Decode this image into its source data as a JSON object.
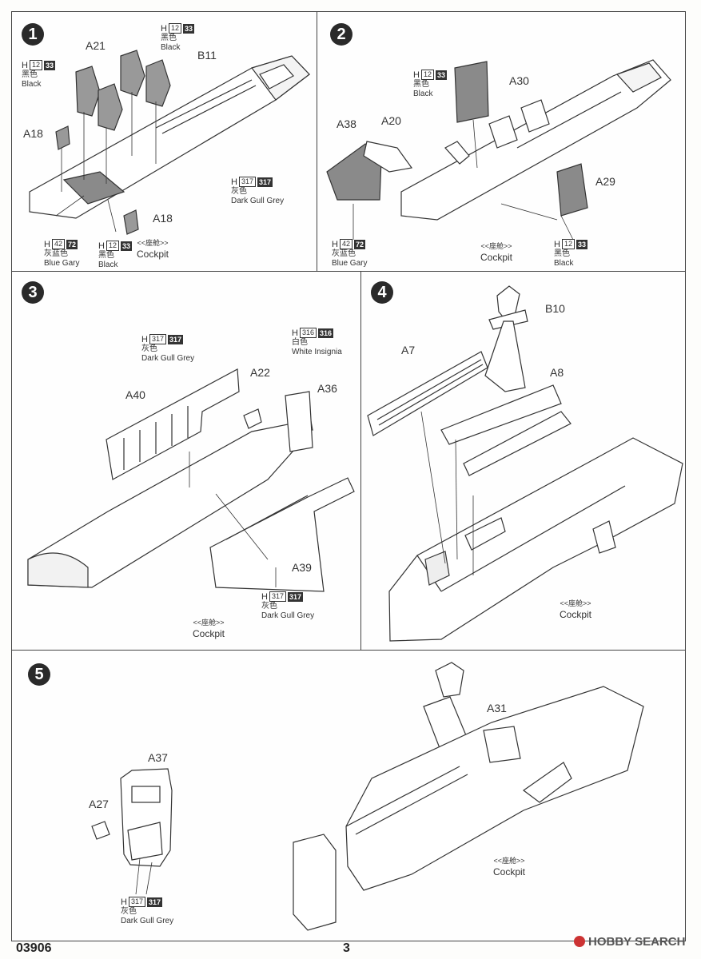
{
  "steps": {
    "s1": {
      "num": "1",
      "parts": [
        "A21",
        "B11",
        "A18",
        "A18"
      ],
      "paints": [
        {
          "code": "12",
          "dark": "33",
          "cn": "黑色",
          "en": "Black"
        },
        {
          "code": "12",
          "dark": "33",
          "cn": "黑色",
          "en": "Black"
        },
        {
          "code": "317",
          "dark": "317",
          "cn": "灰色",
          "en": "Dark Gull Grey"
        },
        {
          "code": "42",
          "dark": "72",
          "cn": "灰蓝色",
          "en": "Blue Gary"
        },
        {
          "code": "12",
          "dark": "33",
          "cn": "黑色",
          "en": "Black"
        }
      ],
      "cockpit_cn": "<<座舱>>",
      "cockpit_en": "Cockpit"
    },
    "s2": {
      "num": "2",
      "parts": [
        "A30",
        "A38",
        "A20",
        "A29"
      ],
      "paints": [
        {
          "code": "12",
          "dark": "33",
          "cn": "黑色",
          "en": "Black"
        },
        {
          "code": "42",
          "dark": "72",
          "cn": "灰蓝色",
          "en": "Blue Gary"
        },
        {
          "code": "12",
          "dark": "33",
          "cn": "黑色",
          "en": "Black"
        }
      ],
      "cockpit_cn": "<<座舱>>",
      "cockpit_en": "Cockpit"
    },
    "s3": {
      "num": "3",
      "parts": [
        "A40",
        "A22",
        "A36",
        "A39"
      ],
      "paints": [
        {
          "code": "317",
          "dark": "317",
          "cn": "灰色",
          "en": "Dark Gull Grey"
        },
        {
          "code": "316",
          "dark": "316",
          "cn": "白色",
          "en": "White Insignia"
        },
        {
          "code": "317",
          "dark": "317",
          "cn": "灰色",
          "en": "Dark Gull Grey"
        }
      ],
      "cockpit_cn": "<<座舱>>",
      "cockpit_en": "Cockpit"
    },
    "s4": {
      "num": "4",
      "parts": [
        "B10",
        "A7",
        "A8"
      ],
      "cockpit_cn": "<<座舱>>",
      "cockpit_en": "Cockpit"
    },
    "s5": {
      "num": "5",
      "parts": [
        "A31",
        "A37",
        "A27"
      ],
      "paints": [
        {
          "code": "317",
          "dark": "317",
          "cn": "灰色",
          "en": "Dark Gull Grey"
        }
      ],
      "cockpit_cn": "<<座舱>>",
      "cockpit_en": "Cockpit"
    }
  },
  "footer": {
    "code": "03906",
    "page": "3",
    "watermark": "HOBBY SEARCH"
  },
  "colors": {
    "line": "#333333",
    "paint_black": "#4a4a4a",
    "paint_grey": "#9a9a9a",
    "paper": "#fdfdfb"
  }
}
